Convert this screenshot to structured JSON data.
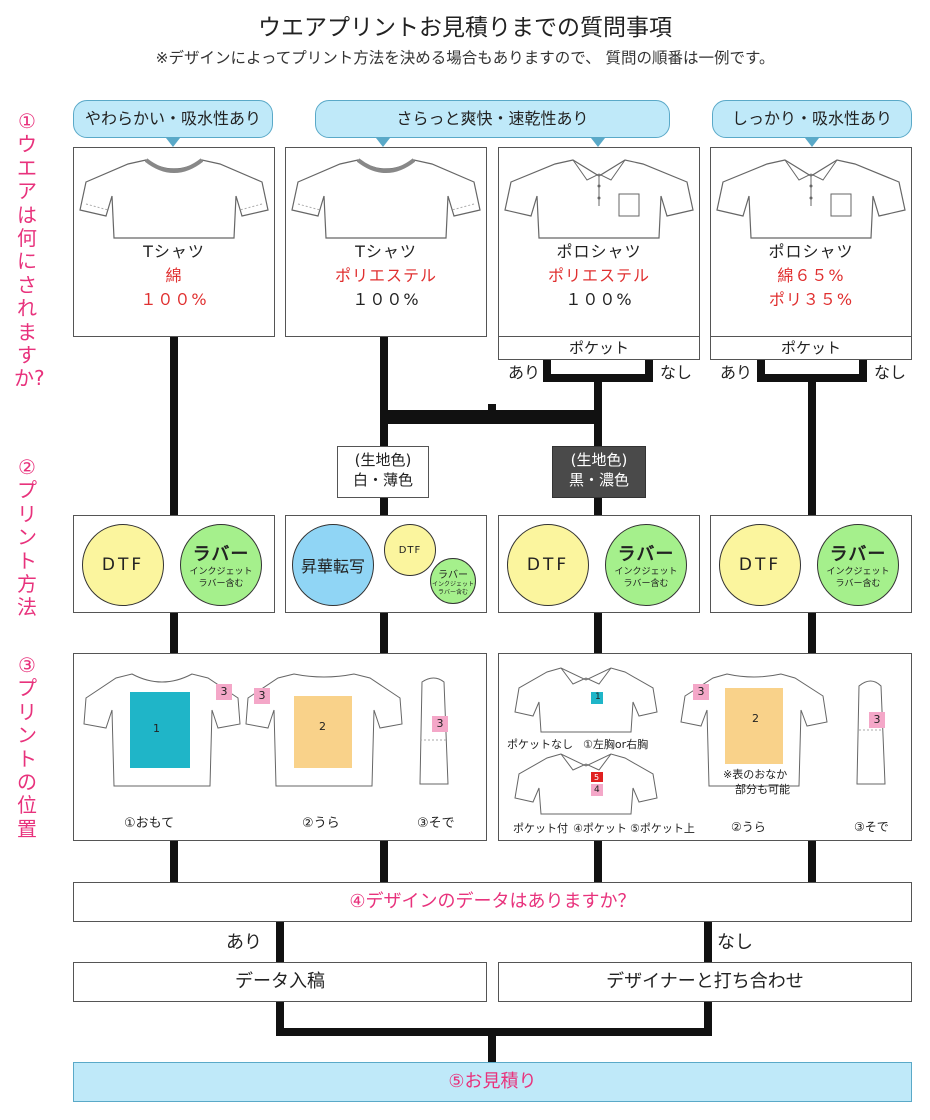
{
  "title": "ウエアプリントお見積りまでの質問事項",
  "subtitle": "※デザインによってプリント方法を決める場合もありますので、 質問の順番は一例です。",
  "side_labels": {
    "q1": "①ウエアは何にされますか?",
    "q2": "②プリント方法",
    "q3": "③プリントの位置"
  },
  "bubbles": {
    "soft": "やわらかい・吸水性あり",
    "dry": "さらっと爽快・速乾性あり",
    "firm": "しっかり・吸水性あり"
  },
  "garments": [
    {
      "type": "Tシャツ",
      "material": "綿",
      "percent": "１００%"
    },
    {
      "type": "Tシャツ",
      "material": "ポリエステル",
      "percent": "１００%"
    },
    {
      "type": "ポロシャツ",
      "material": "ポリエステル",
      "percent": "１００%"
    },
    {
      "type": "ポロシャツ",
      "material": "綿６５%",
      "percent": "ポリ３５%"
    }
  ],
  "pocket": {
    "label": "ポケット",
    "yes": "あり",
    "no": "なし"
  },
  "fabric_color": {
    "light_head": "(生地色)",
    "light": "白・薄色",
    "dark_head": "(生地色)",
    "dark": "黒・濃色"
  },
  "print_methods": {
    "dtf": "DTF",
    "rubber": "ラバー",
    "rubber_sub1": "インクジェット",
    "rubber_sub2": "ラバー含む",
    "sublimation": "昇華転写"
  },
  "positions_t": {
    "front": "①おもて",
    "back": "②うら",
    "sleeve": "③そで",
    "n1": "1",
    "n2": "2",
    "n3": "3"
  },
  "positions_polo": {
    "no_pocket": "ポケットなし",
    "chest": "①左胸or右胸",
    "with_pocket": "ポケット付",
    "pocket": "④ポケット",
    "above_pocket": "⑤ポケット上",
    "back": "②うら",
    "sleeve": "③そで",
    "note1": "※表のおなか",
    "note2": "部分も可能",
    "n1": "1",
    "n2": "2",
    "n3": "3",
    "n4": "4",
    "n5": "5"
  },
  "q4": "④デザインのデータはありますか？",
  "answers": {
    "yes": "あり",
    "no": "なし",
    "submit": "データ入稿",
    "consult": "デザイナーと打ち合わせ"
  },
  "final": "⑤お見積り",
  "colors": {
    "accent": "#e8327c",
    "bubble": "#bfe9f9",
    "dtf": "#fbf59e",
    "rubber": "#a5f08c",
    "sublimation": "#90d5f5",
    "pos1": "#1fb5c8",
    "pos2": "#f9d28a",
    "badge": "#f4a7c8"
  }
}
